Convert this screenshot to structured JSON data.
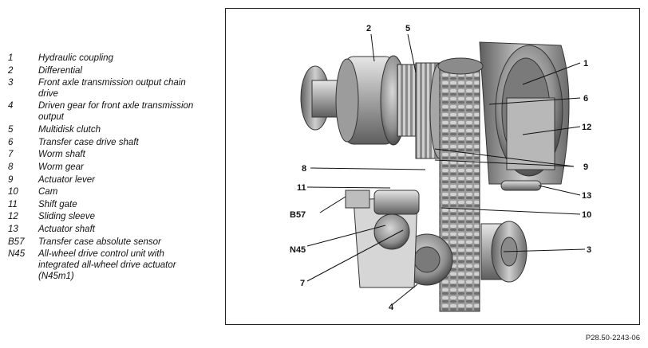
{
  "legend": [
    {
      "code": "1",
      "desc": "Hydraulic coupling"
    },
    {
      "code": "2",
      "desc": "Differential"
    },
    {
      "code": "3",
      "desc": "Front axle transmission output chain drive"
    },
    {
      "code": "4",
      "desc": "Driven gear for front axle transmission output"
    },
    {
      "code": "5",
      "desc": "Multidisk clutch"
    },
    {
      "code": "6",
      "desc": "Transfer case drive shaft"
    },
    {
      "code": "7",
      "desc": "Worm shaft"
    },
    {
      "code": "8",
      "desc": "Worm gear"
    },
    {
      "code": "9",
      "desc": "Actuator lever"
    },
    {
      "code": "10",
      "desc": "Cam"
    },
    {
      "code": "11",
      "desc": "Shift gate"
    },
    {
      "code": "12",
      "desc": "Sliding sleeve"
    },
    {
      "code": "13",
      "desc": "Actuator shaft"
    },
    {
      "code": "B57",
      "desc": "Transfer case absolute sensor"
    },
    {
      "code": "N45",
      "desc": "All-wheel drive control unit with integrated all-wheel drive actuator (N45m1)"
    }
  ],
  "callouts": {
    "c1": "1",
    "c2": "2",
    "c3": "3",
    "c4": "4",
    "c5": "5",
    "c6": "6",
    "c7": "7",
    "c8": "8",
    "c9": "9",
    "c10": "10",
    "c11": "11",
    "c12": "12",
    "c13": "13",
    "cB57": "B57",
    "cN45": "N45"
  },
  "figure_ref": "P28.50-2243-06"
}
